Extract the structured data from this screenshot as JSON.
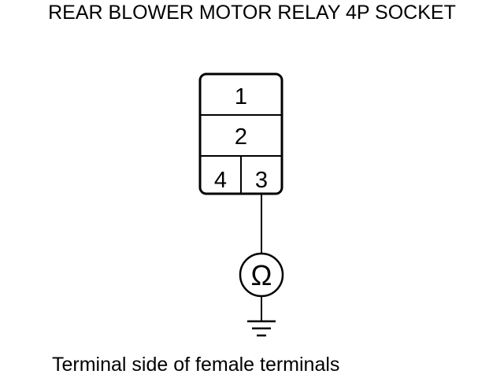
{
  "diagram": {
    "title": "REAR BLOWER MOTOR RELAY 4P SOCKET",
    "caption": "Terminal side of female terminals",
    "terminals": {
      "t1": "1",
      "t2": "2",
      "t3": "3",
      "t4": "4"
    },
    "meter_symbol": "Ω",
    "meter_icon": "ohmmeter-icon",
    "ground_icon": "ground-icon",
    "line_color": "#000000",
    "background_color": "#ffffff"
  }
}
